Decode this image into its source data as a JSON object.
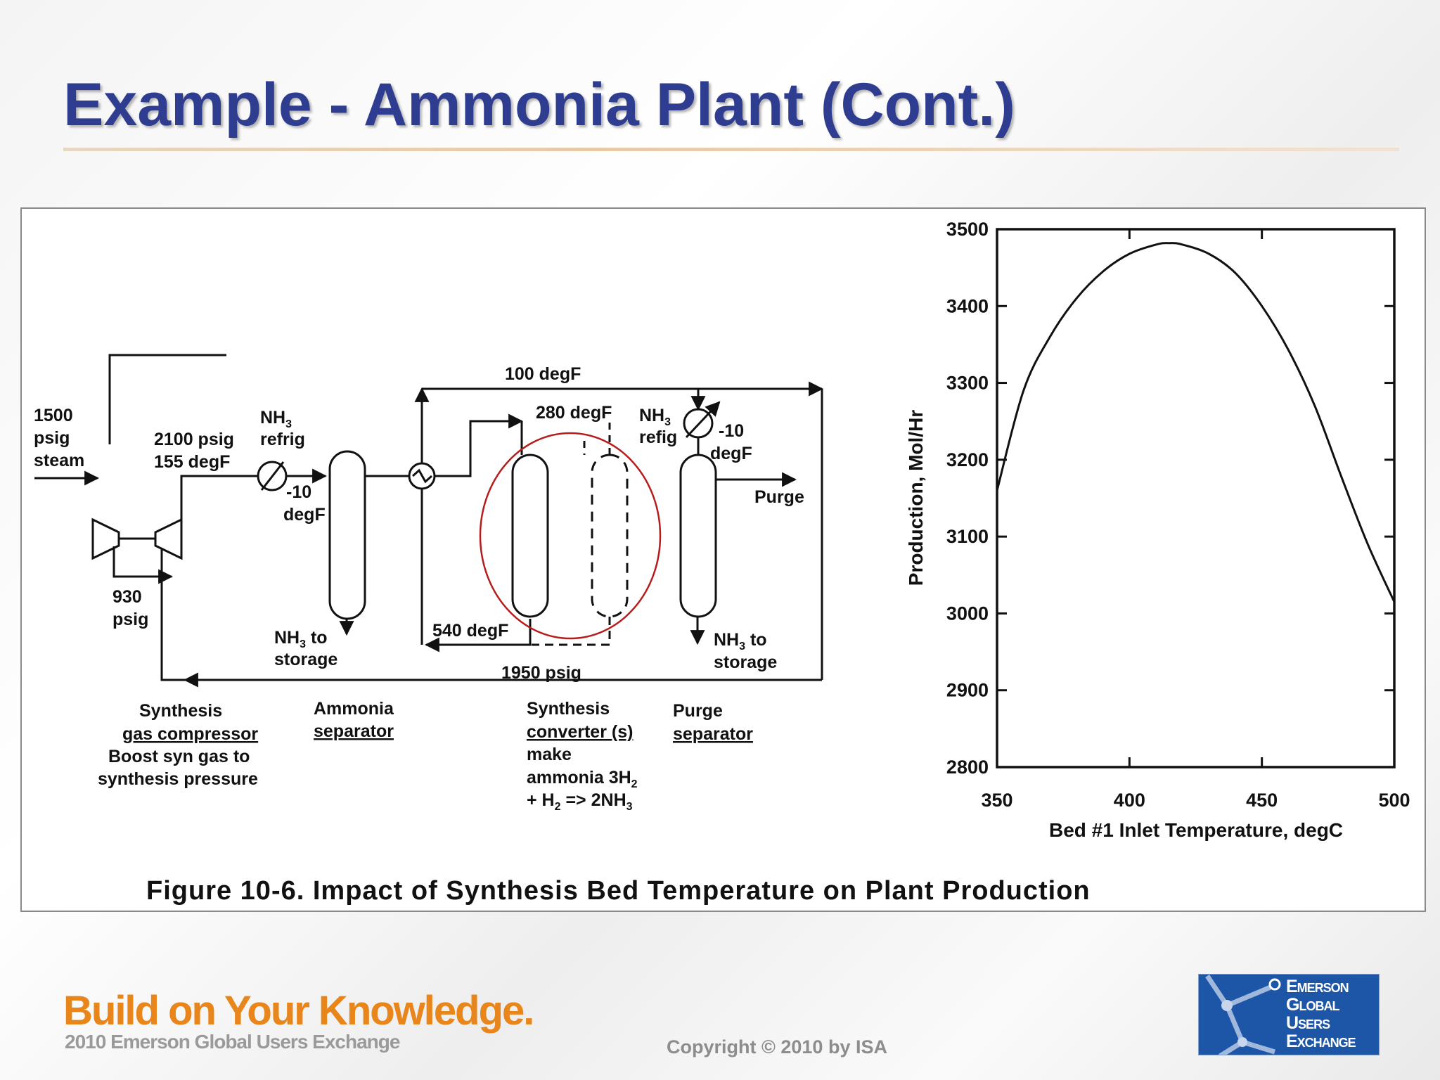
{
  "slide": {
    "title": "Example - Ammonia Plant (Cont.)",
    "tagline": "Build on Your Knowledge.",
    "subtagline": "2010 Emerson Global Users Exchange",
    "copyright": "Copyright © 2010 by ISA",
    "logo_lines": [
      "Emerson",
      "Global",
      "Users",
      "Exchange"
    ]
  },
  "figure": {
    "caption": "Figure 10-6. Impact of Synthesis Bed Temperature on Plant Production",
    "flow_labels": {
      "steam_1": "1500",
      "steam_2": "psig",
      "steam_3": "steam",
      "discharge_1": "2100 psig",
      "discharge_2": "155 degF",
      "refrig1_1": "NH",
      "refrig1_2": "refrig",
      "refrig1_temp": "-10",
      "refrig1_unit": "degF",
      "interstage_1": "930",
      "interstage_2": "psig",
      "nh3_storage1_a": "NH",
      "nh3_storage1_a2": " to",
      "nh3_storage1_b": "storage",
      "top_loop_temp": "100 degF",
      "conv_in_temp": "280 degF",
      "refrig2_1": "NH",
      "refrig2_2": "refig",
      "refrig2_temp": "-10",
      "refrig2_unit": "degF",
      "purge": "Purge",
      "conv_out_temp": "540 degF",
      "loop_pressure": "1950 psig",
      "nh3_storage2_a": "NH",
      "nh3_storage2_a2": " to",
      "nh3_storage2_b": "storage",
      "sub3": "3",
      "sub2": "2"
    },
    "equipment_labels": {
      "compressor_1": "Synthesis",
      "compressor_2": "gas compressor",
      "compressor_3": "Boost syn gas to",
      "compressor_4": "synthesis pressure",
      "separator_1": "Ammonia",
      "separator_2": "separator",
      "converter_1": "Synthesis",
      "converter_2": "converter (s)",
      "converter_3": "make",
      "converter_4": "ammonia 3H",
      "converter_5": "+ H",
      "converter_5b": " => 2NH",
      "purge_sep_1": "Purge",
      "purge_sep_2": "separator"
    }
  },
  "chart_data": {
    "type": "line",
    "title": "",
    "xlabel": "Bed #1 Inlet Temperature, degC",
    "ylabel": "Production, Mol/Hr",
    "xlim": [
      350,
      500
    ],
    "ylim": [
      2800,
      3500
    ],
    "xticks": [
      350,
      400,
      450,
      500
    ],
    "yticks": [
      2800,
      2900,
      3000,
      3100,
      3200,
      3300,
      3400,
      3500
    ],
    "grid": false,
    "series": [
      {
        "name": "",
        "x": [
          350,
          360,
          370,
          380,
          390,
          400,
          410,
          415,
          420,
          430,
          440,
          450,
          460,
          470,
          480,
          490,
          500
        ],
        "y": [
          3160,
          3290,
          3360,
          3410,
          3445,
          3468,
          3480,
          3482,
          3480,
          3468,
          3443,
          3400,
          3343,
          3270,
          3178,
          3090,
          3015
        ]
      }
    ]
  }
}
